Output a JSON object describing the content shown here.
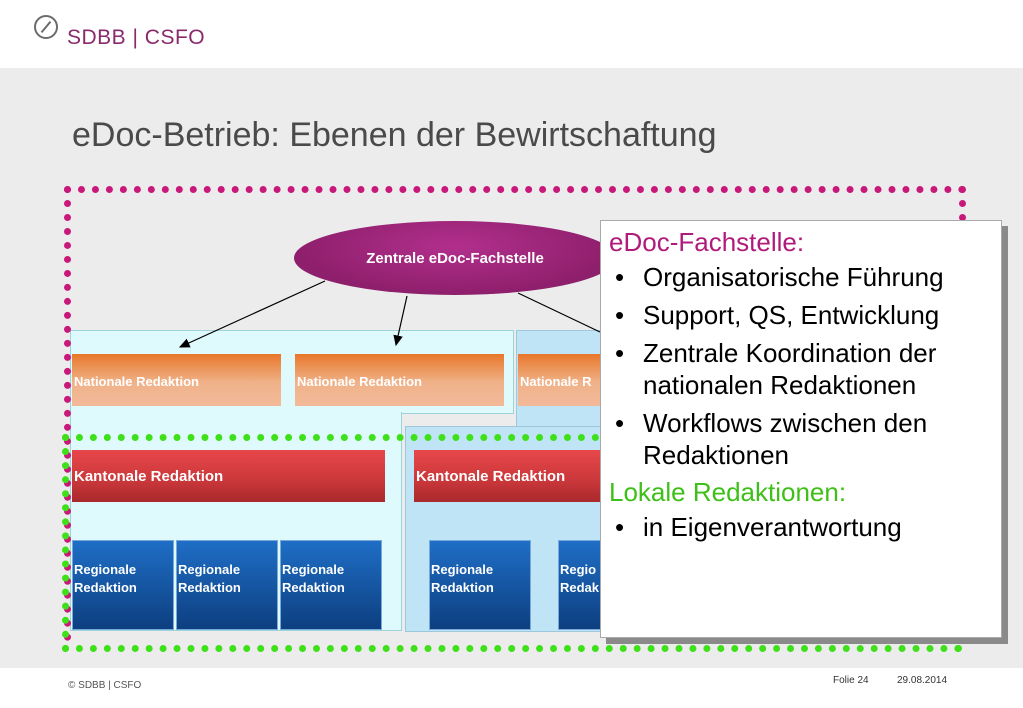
{
  "header": {
    "logo_text": "SDBB | CSFO"
  },
  "title": "eDoc-Betrieb: Ebenen der Bewirtschaftung",
  "diagram": {
    "central": "Zentrale eDoc-Fachstelle",
    "national": [
      "Nationale Redaktion",
      "Nationale Redaktion",
      "Nationale R"
    ],
    "cantonal": [
      "Kantonale Redaktion",
      "Kantonale Redaktion"
    ],
    "regional_group1": [
      "Regionale Redaktion",
      "Regionale Redaktion",
      "Regionale Redaktion"
    ],
    "regional_group2": [
      "Regionale Redaktion",
      "Regio Redak"
    ]
  },
  "info": {
    "heading1": "eDoc-Fachstelle:",
    "bullets1": [
      "Organisatorische Führung",
      "Support, QS, Entwicklung",
      "Zentrale Koordination der nationalen Redaktionen",
      "Workflows zwischen den Redaktionen"
    ],
    "heading2": "Lokale Redaktionen:",
    "bullets2": [
      "in Eigenverantwortung"
    ]
  },
  "footer": {
    "copyright": "© SDBB | CSFO",
    "slide": "Folie 24",
    "date": "29.08.2014"
  },
  "colors": {
    "accent_magenta": "#c8197a",
    "accent_green": "#3ee019",
    "title_gray": "#4a4a4a"
  }
}
